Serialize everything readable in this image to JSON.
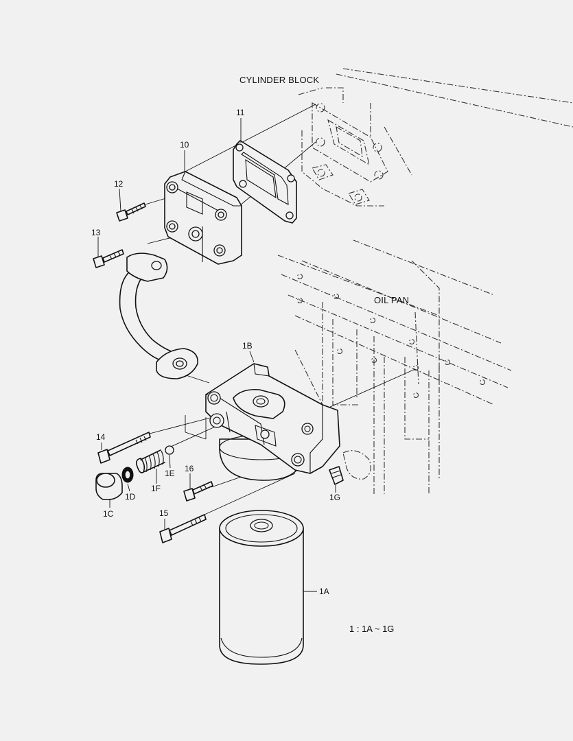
{
  "labels": {
    "cylinder_block": "CYLINDER BLOCK",
    "oil_pan": "OIL PAN",
    "assembly_note": "1 : 1A ~ 1G"
  },
  "callouts": {
    "p1A": "1A",
    "p1B": "1B",
    "p1C": "1C",
    "p1D": "1D",
    "p1E": "1E",
    "p1F": "1F",
    "p1G": "1G",
    "p10": "10",
    "p11": "11",
    "p12": "12",
    "p13": "13",
    "p14": "14",
    "p15": "15",
    "p16": "16"
  }
}
